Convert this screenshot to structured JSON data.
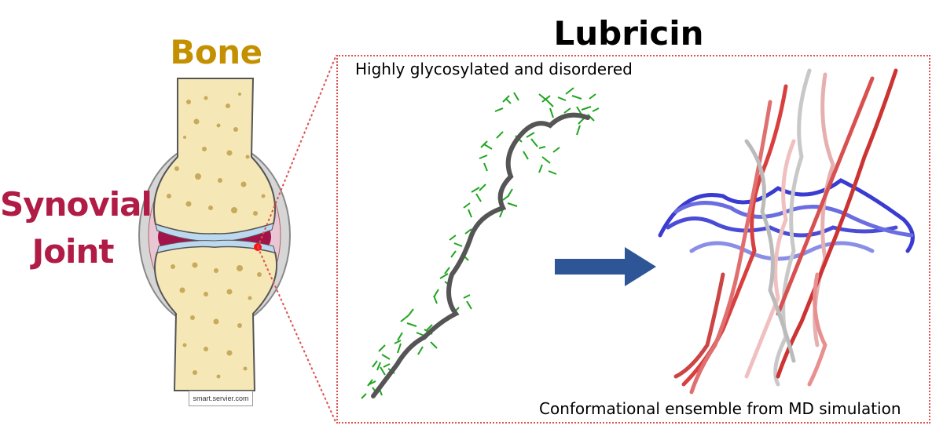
{
  "labels": {
    "bone": "Bone",
    "synovial": "Synovial",
    "joint": "Joint",
    "title": "Lubricin",
    "caption_top": "Highly glycosylated and disordered",
    "caption_bottom": "Conformational ensemble from MD simulation",
    "credit": "smart.servier.com"
  },
  "colors": {
    "bone_label": "#c49000",
    "joint_label": "#b01c45",
    "panel_border": "#e05050",
    "arrow": "#2e5596",
    "glycan": "#1fa51f",
    "backbone": "#555555"
  },
  "icons": {
    "arrow": "right-arrow-icon"
  }
}
